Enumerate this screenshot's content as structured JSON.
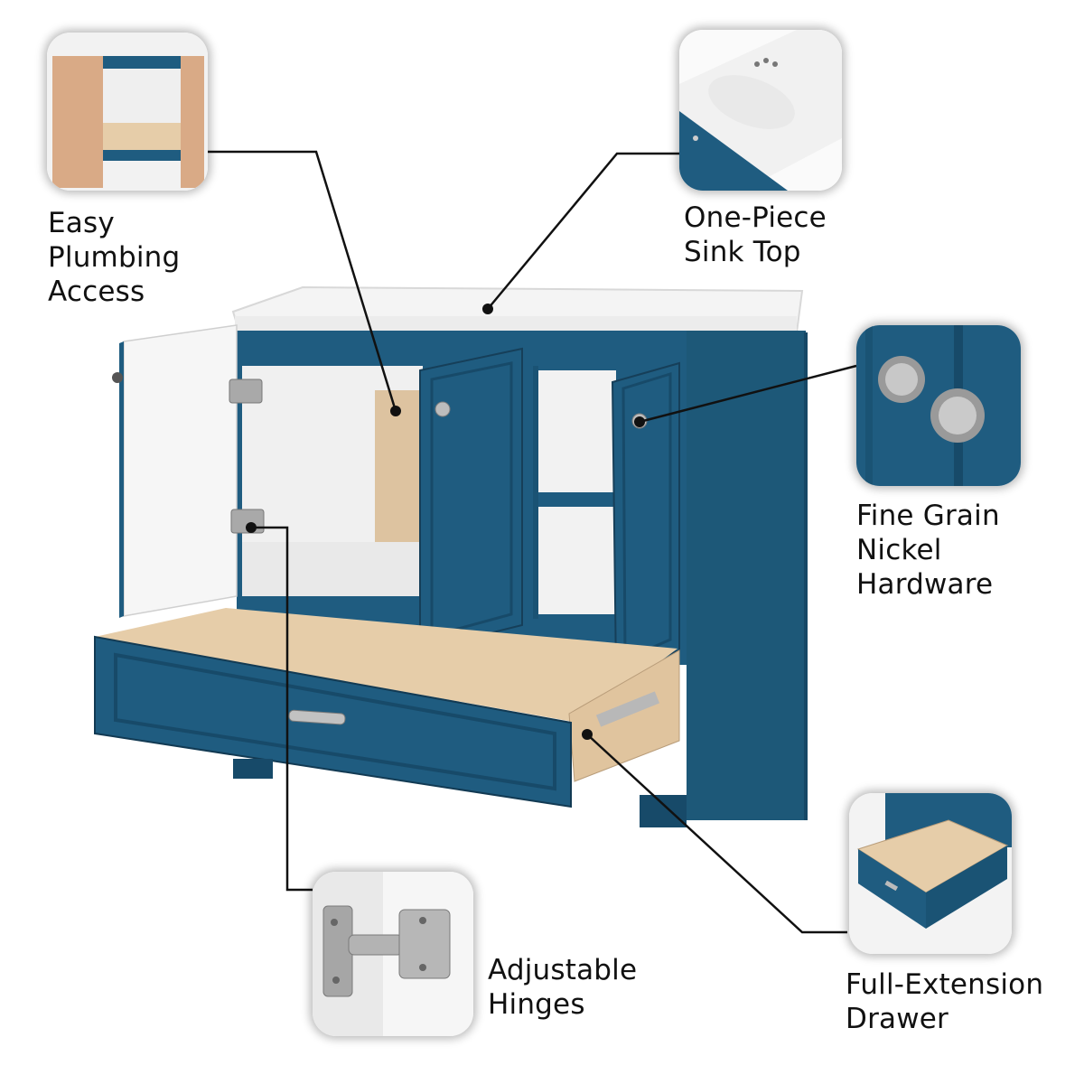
{
  "features": {
    "plumbing": {
      "lines": [
        "Easy",
        "Plumbing",
        "Access"
      ]
    },
    "sink_top": {
      "lines": [
        "One-Piece",
        "Sink Top"
      ]
    },
    "hardware": {
      "lines": [
        "Fine Grain",
        "Nickel",
        "Hardware"
      ]
    },
    "hinges": {
      "lines": [
        "Adjustable",
        "Hinges"
      ]
    },
    "drawer": {
      "lines": [
        "Full-Extension",
        "Drawer"
      ]
    }
  },
  "colors": {
    "cabinet_blue": "#1f5c80",
    "cabinet_dark": "#174a69",
    "sink_white": "#f5f5f5",
    "wood": "#e2c9a4",
    "nickel": "#b9b9b9"
  }
}
